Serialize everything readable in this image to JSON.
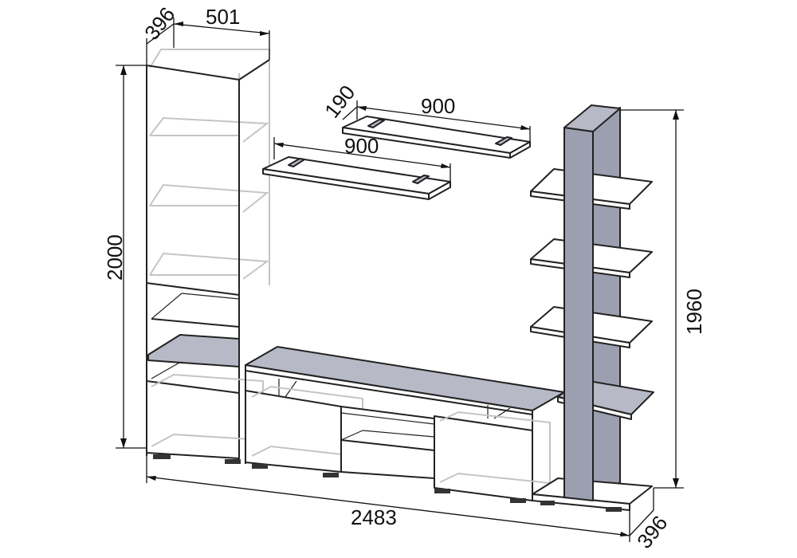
{
  "diagram": {
    "dimensions": {
      "left_depth": "396",
      "left_width": "501",
      "shelf_top_depth": "190",
      "shelf_top_width": "900",
      "shelf_lower_width": "900",
      "height_left": "2000",
      "height_right": "1960",
      "total_width": "2483",
      "right_depth": "396"
    },
    "colors": {
      "panel_grey": "#b7b9c6",
      "outline": "#222222",
      "ghost_line": "#c4c4c4"
    }
  }
}
